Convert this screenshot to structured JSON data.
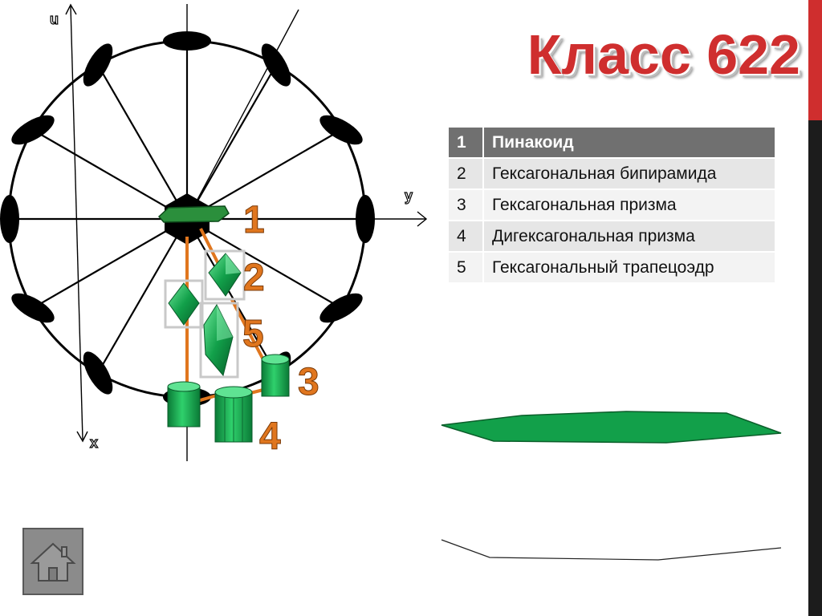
{
  "slide": {
    "title": "Класс 622",
    "colors": {
      "accent": "#cf2e2e",
      "crystal": "#12a04a",
      "connector": "#e0761e",
      "frame": "#1c1c1c"
    }
  },
  "table": {
    "rows": [
      {
        "num": "1",
        "name": "Пинакоид"
      },
      {
        "num": "2",
        "name": "Гексагональная бипирамида"
      },
      {
        "num": "3",
        "name": "Гексагональная призма"
      },
      {
        "num": "4",
        "name": "Дигексагональная призма"
      },
      {
        "num": "5",
        "name": "Гексагональный трапецоэдр"
      }
    ]
  },
  "diagram": {
    "axis_labels": {
      "u": "u",
      "x": "x",
      "y": "y"
    },
    "position_labels": {
      "p1": "1",
      "p2": "2",
      "p3": "3",
      "p4": "4",
      "p5": "5"
    }
  },
  "navigation": {
    "home_icon": "home-icon"
  }
}
